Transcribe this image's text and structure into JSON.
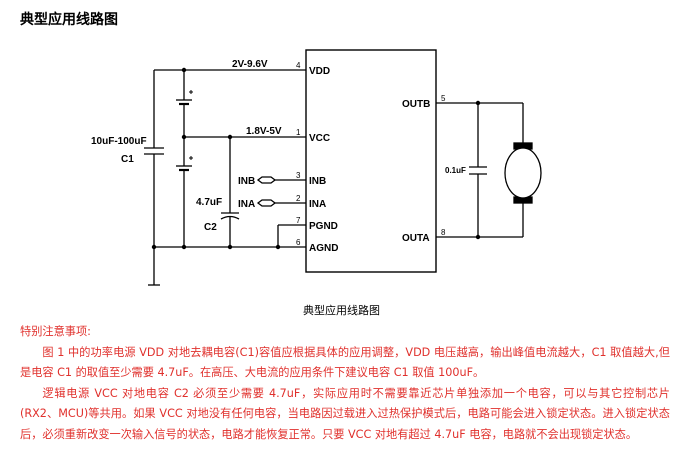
{
  "heading": "典型应用线路图",
  "caption": "典型应用线路图",
  "schematic": {
    "pins": [
      {
        "num": "4",
        "name": "VDD"
      },
      {
        "num": "1",
        "name": "VCC"
      },
      {
        "num": "3",
        "name": "INB"
      },
      {
        "num": "2",
        "name": "INA"
      },
      {
        "num": "7",
        "name": "PGND"
      },
      {
        "num": "6",
        "name": "AGND"
      },
      {
        "num": "5",
        "name": "OUTB"
      },
      {
        "num": "8",
        "name": "OUTA"
      }
    ],
    "vdd_range": "2V-9.6V",
    "vcc_range": "1.8V-5V",
    "c1_value": "10uF-100uF",
    "c1_name": "C1",
    "c2_value": "4.7uF",
    "c2_name": "C2",
    "cap_out_value": "0.1uF",
    "input_inb": "INB",
    "input_ina": "INA",
    "motor_symbol": "M"
  },
  "notes": {
    "title": "特别注意事项:",
    "paragraph1": "图 1 中的功率电源 VDD 对地去耦电容(C1)容值应根据具体的应用调整，VDD 电压越高，输出峰值电流越大，C1 取值越大,但是电容 C1 的取值至少需要 4.7uF。在高压、大电流的应用条件下建议电容 C1 取值 100uF。",
    "paragraph2": "逻辑电源 VCC 对地电容 C2 必须至少需要 4.7uF，实际应用时不需要靠近芯片单独添加一个电容，可以与其它控制芯片(RX2、MCU)等共用。如果 VCC 对地没有任何电容，当电路因过载进入过热保护模式后，电路可能会进入锁定状态。进入锁定状态后，必须重新改变一次输入信号的状态，电路才能恢复正常。只要 VCC 对地有超过 4.7uF 电容，电路就不会出现锁定状态。"
  }
}
